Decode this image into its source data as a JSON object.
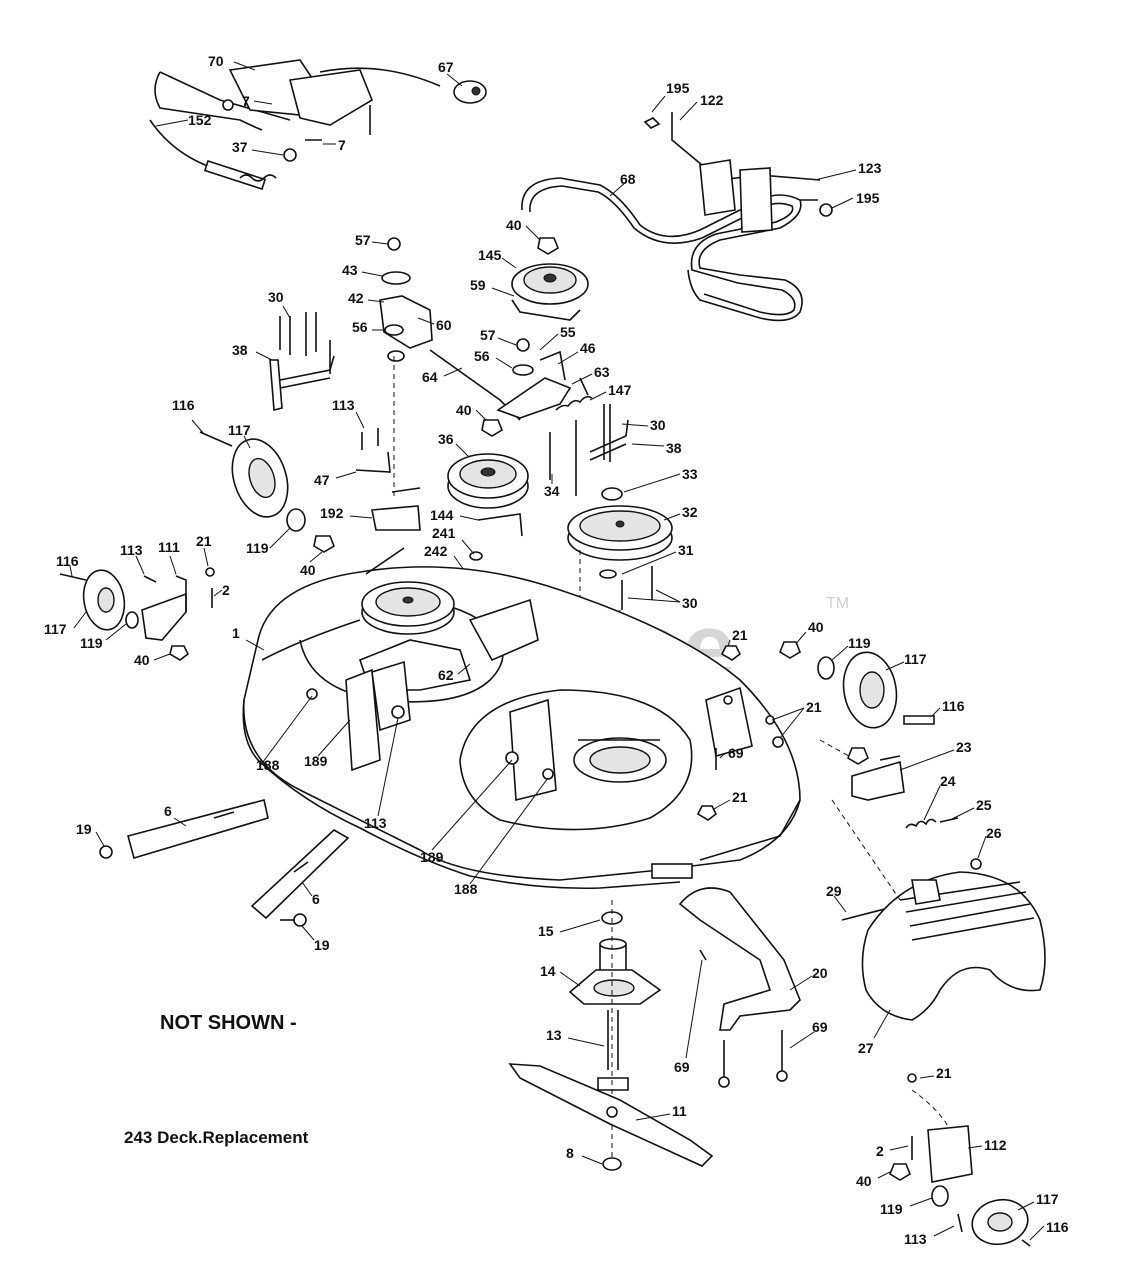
{
  "watermark": {
    "text": "PartsTree",
    "trademark": "TM"
  },
  "notes": {
    "heading": "NOT SHOWN -",
    "line": "243 Deck.Replacement"
  },
  "callouts": {
    "c70": "70",
    "c67": "67",
    "c7a": "7",
    "c7b": "7",
    "c152": "152",
    "c37": "37",
    "c195a": "195",
    "c122": "122",
    "c68": "68",
    "c123": "123",
    "c195b": "195",
    "c40a": "40",
    "c145": "145",
    "c59": "59",
    "c57a": "57",
    "c43": "43",
    "c42": "42",
    "c56a": "56",
    "c60": "60",
    "c30a": "30",
    "c38a": "38",
    "c57b": "57",
    "c55": "55",
    "c46": "46",
    "c56b": "56",
    "c64": "64",
    "c63": "63",
    "c147": "147",
    "c40b": "40",
    "c113a": "113",
    "c116a": "116",
    "c117a": "117",
    "c36": "36",
    "c30b": "30",
    "c38b": "38",
    "c33": "33",
    "c34": "34",
    "c47": "47",
    "c192": "192",
    "c144": "144",
    "c32": "32",
    "c119a": "119",
    "c40c": "40",
    "c241": "241",
    "c242": "242",
    "c31": "31",
    "c30c": "30",
    "c116b": "116",
    "c113b": "113",
    "c111": "111",
    "c21a": "21",
    "c2a": "2",
    "c117b": "117",
    "c119b": "119",
    "c40d": "40",
    "c1": "1",
    "c62": "62",
    "c21b": "21",
    "c40e": "40",
    "c119c": "119",
    "c117c": "117",
    "c116c": "116",
    "c21c": "21",
    "c69a": "69",
    "c23": "23",
    "c188a": "188",
    "c189a": "189",
    "c113c": "113",
    "c21d": "21",
    "c24": "24",
    "c25": "25",
    "c26": "26",
    "c6a": "6",
    "c19a": "19",
    "c189b": "189",
    "c188b": "188",
    "c6b": "6",
    "c19b": "19",
    "c15": "15",
    "c29": "29",
    "c14": "14",
    "c20": "20",
    "c69b": "69",
    "c69c": "69",
    "c27": "27",
    "c13": "13",
    "c11": "11",
    "c21e": "21",
    "c112": "112",
    "c2b": "2",
    "c40f": "40",
    "c8": "8",
    "c119d": "119",
    "c117d": "117",
    "c113d": "113",
    "c116d": "116"
  }
}
